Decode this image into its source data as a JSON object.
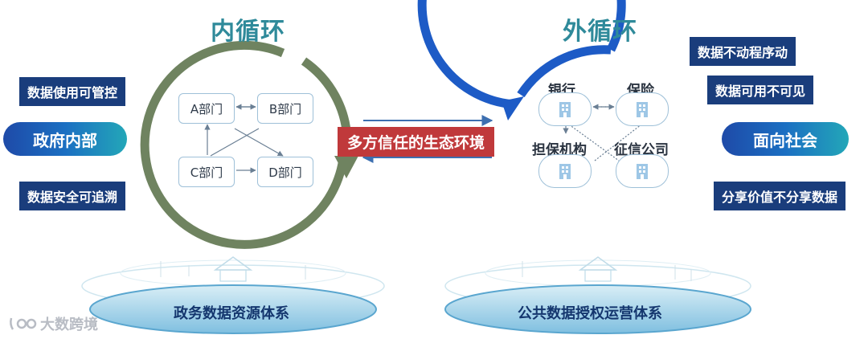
{
  "inner": {
    "title": "内循环",
    "tag_top": "数据使用可管控",
    "pill": "政府内部",
    "tag_bottom": "数据安全可追溯",
    "departments": [
      "A部门",
      "B部门",
      "C部门",
      "D部门"
    ],
    "ring_color": "#6f8360"
  },
  "center": {
    "label": "多方信任的生态环境"
  },
  "outer": {
    "title": "外循环",
    "tag_1": "数据不动程序动",
    "tag_2": "数据可用不可见",
    "pill": "面向社会",
    "tag_3": "分享价值不分享数据",
    "institutions": [
      "银行",
      "保险",
      "担保机构",
      "征信公司"
    ],
    "ring_color": "#1d5bc6"
  },
  "platforms": {
    "left": "政务数据资源体系",
    "right": "公共数据授权运营体系"
  },
  "watermark": "大数跨境"
}
